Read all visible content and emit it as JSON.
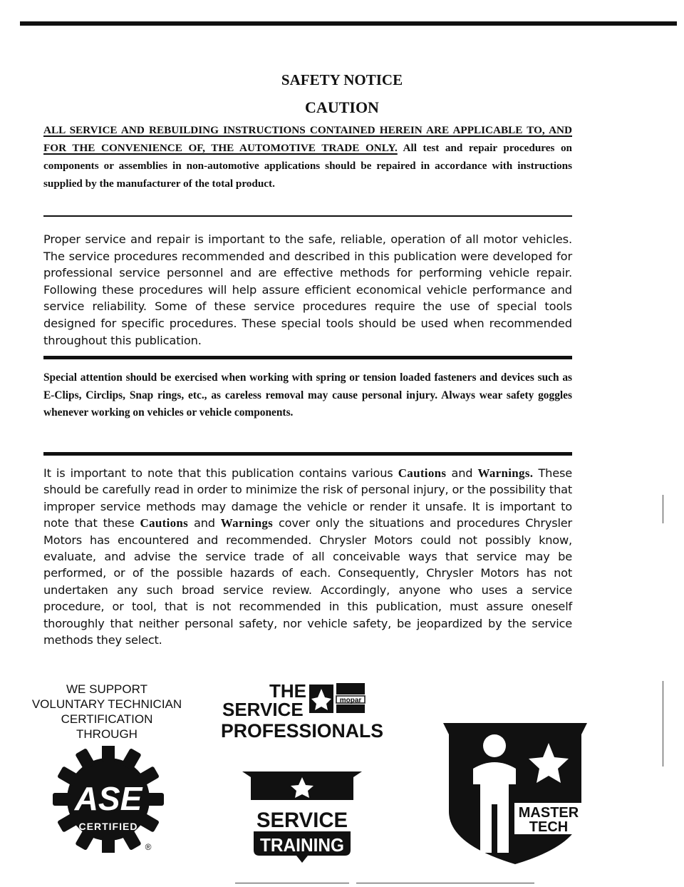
{
  "header": {
    "title": "SAFETY NOTICE",
    "subtitle": "CAUTION"
  },
  "caution": {
    "underlined": "ALL SERVICE AND REBUILDING INSTRUCTIONS CONTAINED HEREIN ARE APPLICABLE TO, AND FOR THE CONVENIENCE OF, THE AUTOMOTIVE TRADE ONLY.",
    "rest": " All test and repair procedures on components or assemblies in non-automotive applications should be repaired in accordance with instructions supplied by the manufacturer of the total product."
  },
  "paragraph1": "Proper service and repair is important to the safe, reliable, operation of all motor vehicles. The service procedures recommended and described in this publication were developed for professional service personnel and are effective methods for performing vehicle repair. Following these procedures will help assure efficient economical vehicle performance and service reliability. Some of these service procedures require the use of special tools designed for specific procedures. These special tools should be used when recommended throughout this publication.",
  "paragraph2": "Special attention should be exercised when working with spring or tension loaded fasteners and devices such as E-Clips, Circlips, Snap rings, etc., as careless removal may cause personal injury. Always wear safety goggles whenever working on vehicles or vehicle components.",
  "paragraph3": {
    "s1": "It is important to note that this publication contains various ",
    "cautions": "Cautions",
    "and1": " and ",
    "warnings": "Warnings.",
    "s2": " These should be carefully read in order to minimize the risk of personal injury, or the possibility that improper service methods may damage the vehicle or render it unsafe. It is important to note that these ",
    "cautions2": "Cautions",
    "and2": " and ",
    "warnings2": "Warnings",
    "s3": " cover only the situations and procedures Chrysler Motors has encountered and recommended. Chrysler Motors could not possibly know, evaluate, and advise the service trade of all conceivable ways that service may be performed, or of the possible hazards of each. Consequently, Chrysler Motors has not undertaken any such broad service review. Accordingly, anyone who uses a service procedure, or tool, that is not recommended in this publication, must assure oneself thoroughly that neither personal safety, nor vehicle safety, be jeopardized by the service methods they select."
  },
  "support": {
    "line1": "WE SUPPORT",
    "line2": "VOLUNTARY TECHNICIAN",
    "line3": "CERTIFICATION",
    "line4": "THROUGH"
  },
  "logos": {
    "ase": {
      "main": "ASE",
      "sub": "CERTIFIED",
      "reg": "®"
    },
    "service_professionals": {
      "the": "THE",
      "service": "SERVICE",
      "professionals": "PROFESSIONALS",
      "brand": "mopar"
    },
    "service_training": {
      "service": "SERVICE",
      "training": "TRAINING"
    },
    "master_tech": {
      "master": "MASTER",
      "tech": "TECH"
    }
  }
}
